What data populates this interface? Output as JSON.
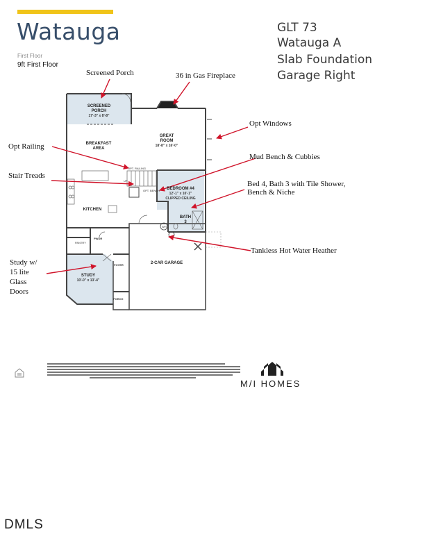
{
  "header": {
    "accent_color": "#f0c419",
    "title": "Watauga",
    "floor_label": "First Floor",
    "ceiling_note": "9ft First Floor"
  },
  "specs": [
    {
      "prefix": "GLT ",
      "value": "73"
    },
    {
      "prefix": "",
      "value": "Watauga A"
    },
    {
      "prefix": "",
      "value": "Slab Foundation"
    },
    {
      "prefix": "",
      "value": "Garage Right"
    }
  ],
  "annotations": {
    "screened_porch": "Screened Porch",
    "gas_fireplace": "36 in Gas Fireplace",
    "opt_windows": "Opt Windows",
    "opt_railing": "Opt Railing",
    "mud_bench": "Mud Bench & Cubbies",
    "stair_treads": "Stair Treads",
    "bed4_line1": "Bed 4, Bath 3 with Tile Shower,",
    "bed4_line2": "Bench & Niche",
    "tankless": "Tankless Hot Water Heather",
    "study_line1": "Study w/",
    "study_line2": "15 lite",
    "study_line3": "Glass",
    "study_line4": "Doors"
  },
  "rooms": {
    "screened_porch": {
      "name_line1": "SCREENED",
      "name_line2": "PORCH",
      "dims": "17'-3\" x 8'-8\""
    },
    "great_room": {
      "name_line1": "GREAT",
      "name_line2": "ROOM",
      "dims": "18'-8\" x 16'-0\""
    },
    "breakfast": {
      "name_line1": "BREAKFAST",
      "name_line2": "AREA"
    },
    "bedroom4": {
      "name": "BEDROOM #4",
      "dims": "12'-1\" x 10'-1\"",
      "note": "CLIPPED CEILING"
    },
    "kitchen": {
      "name": "KITCHEN"
    },
    "bath3": {
      "name_line1": "BATH",
      "name_line2": "3"
    },
    "pantry": {
      "name": "PANTRY"
    },
    "powder": {
      "name": "PWDR"
    },
    "garage": {
      "name": "2-CAR GARAGE"
    },
    "study": {
      "name": "STUDY",
      "dims": "10'-0\" x 13'-4\""
    },
    "foyer": {
      "name": "FOYER"
    },
    "porch": {
      "name": "PORCH"
    },
    "opt_railing_tag": "OPT. RAILING",
    "up_tag": "UP",
    "opt_bench_tag": "OPT. BENCH",
    "wh_tag": "WH"
  },
  "brand": {
    "logo_text": "M/I HOMES",
    "watermark": "DMLS"
  },
  "colors": {
    "arrow": "#d0142a",
    "room_fill": "#dce6ee",
    "wall": "#444444",
    "title": "#374e6a"
  }
}
